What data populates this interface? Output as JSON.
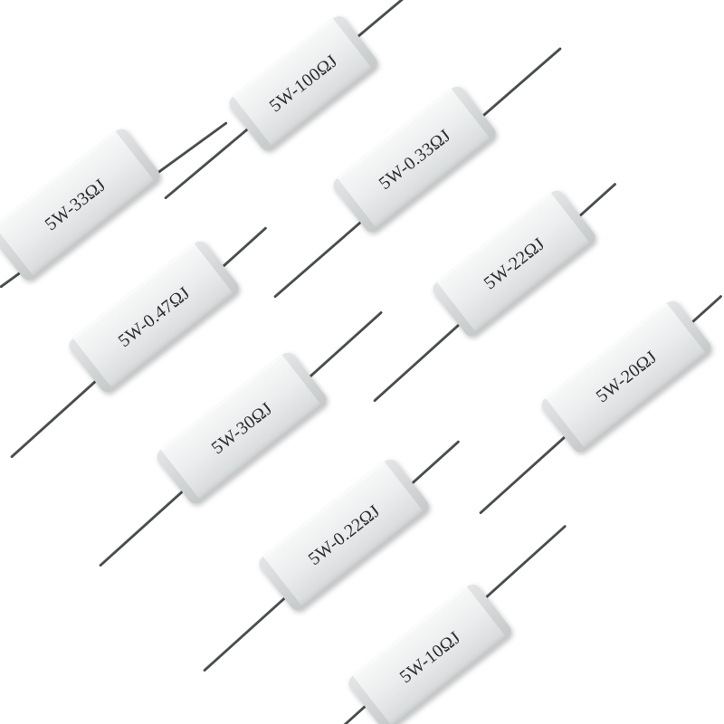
{
  "resistors": [
    {
      "marking": "5W-33ΩJ"
    },
    {
      "marking": "5W-100ΩJ"
    },
    {
      "marking": "5W-0.33ΩJ"
    },
    {
      "marking": "5W-0.47ΩJ"
    },
    {
      "marking": "5W-22ΩJ"
    },
    {
      "marking": "5W-30ΩJ"
    },
    {
      "marking": "5W-20ΩJ"
    },
    {
      "marking": "5W-0.22ΩJ"
    },
    {
      "marking": "5W-10ΩJ"
    }
  ],
  "colors": {
    "background": "#ffffff",
    "ceramic_body": "#eceeef",
    "lead_wire": "#4a4d4f",
    "marking_text": "#2b2d2f"
  }
}
